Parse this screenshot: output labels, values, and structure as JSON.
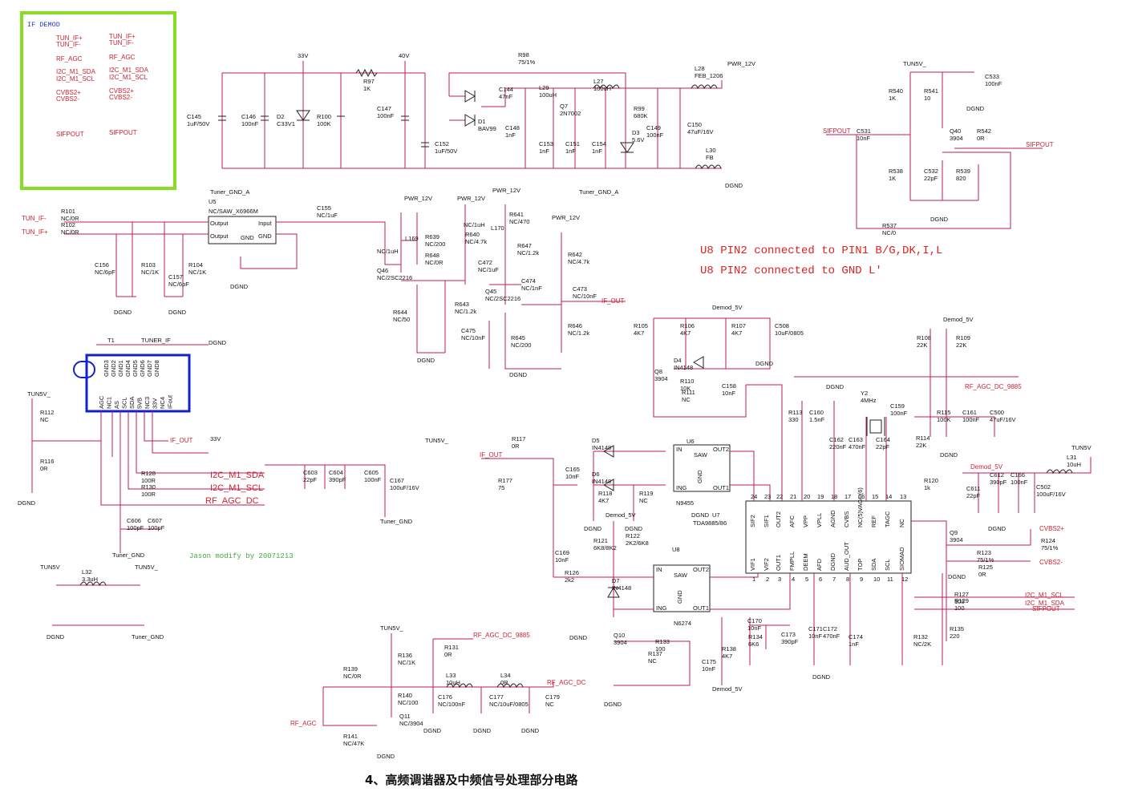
{
  "caption": "4、高频调谐器及中频信号处理部分电路",
  "notes": [
    "U8 PIN2 connected to PIN1 B/G,DK,I,L",
    "U8 PIN2 connected to GND L'"
  ],
  "modify_note": "Jason modify by 20071213",
  "if_demod_box": {
    "title": "IF DEMOD",
    "ports": [
      {
        "left": "TUN_IF+",
        "right": "TUN_IF+"
      },
      {
        "left": "TUN_IF-",
        "right": "TUN_IF-"
      },
      {
        "left": "RF_AGC",
        "right": "RF_AGC"
      },
      {
        "left": "I2C_M1_SDA",
        "right": "I2C_M1_SDA"
      },
      {
        "left": "I2C_M1_SCL",
        "right": "I2C_M1_SCL"
      },
      {
        "left": "CVBS2+",
        "right": "CVBS2+"
      },
      {
        "left": "CVBS2-",
        "right": "CVBS2-"
      },
      {
        "left": "SIFPOUT",
        "right": "SIFPOUT"
      }
    ]
  },
  "power": {
    "v33": "33V",
    "v40": "40V",
    "pwr12": "PWR_12V",
    "tuner_gnd_a": "Tuner_GND_A",
    "dgnd": "DGND",
    "tun5v": "TUN5V_",
    "tun5v2": "TUN5V",
    "demod5v": "Demod_5V",
    "tuner_gnd": "Tuner_GND"
  },
  "supply": {
    "c145": [
      "C145",
      "1uF/50V"
    ],
    "c146": [
      "C146",
      "100nF"
    ],
    "d2": [
      "D2",
      "C33V1"
    ],
    "r100": [
      "R100",
      "100K"
    ],
    "r97": [
      "R97",
      "1K"
    ],
    "c147": [
      "C147",
      "100nF"
    ],
    "c152": [
      "C152",
      "1uF/50V"
    ],
    "r98": [
      "R98",
      "75/1%"
    ],
    "d1": [
      "D1",
      "BAV99"
    ],
    "c144": [
      "C144",
      "47nF"
    ],
    "c148": [
      "C148",
      "1nF"
    ],
    "l29": [
      "L29",
      "100uH"
    ],
    "q7": [
      "Q7",
      "2N7002"
    ],
    "l27": [
      "L27",
      "100uH"
    ],
    "c153": [
      "C153",
      "1nF"
    ],
    "c151": [
      "C151",
      "1nF"
    ],
    "c154": [
      "C154",
      "1nF"
    ],
    "d3": [
      "D3",
      "5.6V"
    ],
    "r99": [
      "R99",
      "680K"
    ],
    "c149": [
      "C149",
      "100nF"
    ],
    "c150": [
      "C150",
      "47uF/16V"
    ],
    "l28": [
      "L28",
      "FEB_1206"
    ],
    "l30": [
      "L30",
      "FB"
    ]
  },
  "saw_u5": {
    "ref": "U5",
    "part": "NC/SAW_X6966M",
    "pins": [
      "Output",
      "Output",
      "GND",
      "Input",
      "GND"
    ],
    "r101": [
      "R101",
      "NC/0R"
    ],
    "r102": [
      "R102",
      "NC/0R"
    ],
    "c155": [
      "C155",
      "NC/1uF"
    ],
    "c156": [
      "C156",
      "NC/6pF"
    ],
    "r103": [
      "R103",
      "NC/1K"
    ],
    "c157": [
      "C157",
      "NC/6pF"
    ],
    "r104": [
      "R104",
      "NC/1K"
    ],
    "l169": "L169",
    "r639": [
      "R639",
      "NC/200"
    ],
    "r648": [
      "R648",
      "NC/0R"
    ],
    "q46": [
      "Q46",
      "NC/2SC2216"
    ],
    "r644": [
      "R644",
      "NC/50"
    ],
    "r643": [
      "R643",
      "NC/1.2k"
    ],
    "l170": "L170",
    "r640": [
      "R640",
      "NC/4.7k"
    ],
    "r641": [
      "R641",
      "NC/470"
    ],
    "r647": [
      "R647",
      "NC/1.2k"
    ],
    "c472": [
      "C472",
      "NC/1uF"
    ],
    "c474": [
      "C474",
      "NC/1nF"
    ],
    "q45": [
      "Q45",
      "NC/2SC2216"
    ],
    "c473": [
      "C473",
      "NC/10nF"
    ],
    "r642": [
      "R642",
      "NC/4.7k"
    ],
    "c475": [
      "C475",
      "NC/10nF"
    ],
    "r645": [
      "R645",
      "NC/200"
    ],
    "r646": [
      "R646",
      "NC/1.2k"
    ],
    "nc1uh": "NC/1uH",
    "nc1uh2": "NC/1uH",
    "if_out": "IF_OUT"
  },
  "tuner_t1": {
    "ref": "T1",
    "name": "TUNER_IF",
    "top_pins": [
      "GND3",
      "GND2",
      "GND1",
      "GND4",
      "GND5",
      "GND6",
      "GND7",
      "GND8"
    ],
    "bottom_pins": [
      "AGC",
      "NC1",
      "AS",
      "SCL",
      "SDA",
      "5VB",
      "NC3",
      "33V",
      "NC4",
      "IFout"
    ],
    "r112": [
      "R112",
      "NC"
    ],
    "r116": [
      "R116",
      "0R"
    ],
    "r128": [
      "R128",
      "100R"
    ],
    "r130": [
      "R130",
      "100R"
    ],
    "c603": [
      "C603",
      "22pF"
    ],
    "c604": [
      "C604",
      "390pF"
    ],
    "c605": [
      "C605",
      "100nF"
    ],
    "c167": [
      "C167",
      "100uF/16V"
    ],
    "c606": [
      "C606",
      "100pF"
    ],
    "c607": [
      "C607",
      "100pF"
    ],
    "l32": [
      "L32",
      "3.3uH"
    ]
  },
  "agc": {
    "r139": [
      "R139",
      "NC/0R"
    ],
    "r136": [
      "R136",
      "NC/1K"
    ],
    "r131": [
      "R131",
      "0R"
    ],
    "r140": [
      "R140",
      "NC/100"
    ],
    "q11": [
      "Q11",
      "NC/3904"
    ],
    "r141": [
      "R141",
      "NC/47K"
    ],
    "l33": [
      "L33",
      "10uH"
    ],
    "l34": [
      "L34",
      "0R"
    ],
    "c176": [
      "C176",
      "NC/100nF"
    ],
    "c177": [
      "C177",
      "NC/10uF/0805"
    ],
    "c179": [
      "C179",
      "NC"
    ]
  },
  "demod": {
    "u7": [
      "U7",
      "TDA9885/86"
    ],
    "u7_top_pins": [
      "SIF2",
      "SIF1",
      "OUT2",
      "AFC",
      "VPP",
      "VPLL",
      "AGND",
      "CVBS",
      "NC(5)VAGC(6)",
      "REF",
      "TAGC",
      "NC"
    ],
    "u7_top_nums": [
      "24",
      "23",
      "22",
      "21",
      "20",
      "19",
      "18",
      "17",
      "16",
      "15",
      "14",
      "13"
    ],
    "u7_bot_pins": [
      "VIF1",
      "VIF2",
      "OUT1",
      "FMPLL",
      "DEEM",
      "AFD",
      "DGND",
      "AUD_OUT",
      "TOP",
      "SDA",
      "SCL",
      "SIOMAD"
    ],
    "u7_bot_nums": [
      "1",
      "2",
      "3",
      "4",
      "5",
      "6",
      "7",
      "8",
      "9",
      "10",
      "11",
      "12"
    ],
    "u6": [
      "U6",
      "N9455"
    ],
    "u8": [
      "U8",
      "N6274"
    ],
    "saw": "SAW",
    "saw_pins": [
      "IN",
      "ING",
      "GND",
      "OUT2",
      "OUT1"
    ],
    "r105": [
      "R105",
      "4K7"
    ],
    "r106": [
      "R106",
      "4K7"
    ],
    "r107": [
      "R107",
      "4K7"
    ],
    "c508": [
      "C508",
      "10uF/0805"
    ],
    "d4": [
      "D4",
      "IN4148"
    ],
    "q8": [
      "Q8",
      "3904"
    ],
    "r110": [
      "R110",
      "10K"
    ],
    "r111": [
      "R111",
      "NC"
    ],
    "c158": [
      "C158",
      "10nF"
    ],
    "d5": [
      "D5",
      "IN4148"
    ],
    "d6": [
      "D6",
      "IN4148"
    ],
    "r118": [
      "R118",
      "4K7"
    ],
    "r119": [
      "R119",
      "NC"
    ],
    "r117": [
      "R117",
      "0R"
    ],
    "r177": [
      "R177",
      "75"
    ],
    "c165": [
      "C165",
      "10nF"
    ],
    "r121": [
      "R121",
      "6K8/8K2"
    ],
    "r122": [
      "R122",
      "2K2/6K8"
    ],
    "d7": [
      "D7",
      "IN4148"
    ],
    "c169": [
      "C169",
      "10nF"
    ],
    "r126": [
      "R126",
      "2k2"
    ],
    "q10": [
      "Q10",
      "3904"
    ],
    "r133": [
      "R133",
      "100"
    ],
    "r137": [
      "R137",
      "NC"
    ],
    "c175": [
      "C175",
      "10nF"
    ],
    "r138": [
      "R138",
      "4K7"
    ],
    "r134": [
      "R134",
      "6K6"
    ],
    "c170": [
      "C170",
      "10nF"
    ],
    "c173": [
      "C173",
      "390pF"
    ],
    "c171": [
      "C171",
      "10nF"
    ],
    "c172": [
      "C172",
      "470nF"
    ],
    "c174": [
      "C174",
      "1nF"
    ],
    "r132": [
      "R132",
      "NC/2K"
    ],
    "r135": [
      "R135",
      "220"
    ],
    "r113": [
      "R113",
      "330"
    ],
    "c160": [
      "C160",
      "1.5nF"
    ],
    "c162": [
      "C162",
      "220nF"
    ],
    "y2": [
      "Y2",
      "4MHz"
    ],
    "c163": [
      "C163",
      "470nF"
    ],
    "c164": [
      "C164",
      "22pF"
    ],
    "c159": [
      "C159",
      "100nF"
    ],
    "r108": [
      "R108",
      "22K"
    ],
    "r109": [
      "R109",
      "22K"
    ],
    "r114": [
      "R114",
      "22K"
    ],
    "r115": [
      "R115",
      "100K"
    ],
    "c161": [
      "C161",
      "100nF"
    ],
    "c500": [
      "C500",
      "47uF/16V"
    ],
    "r120": [
      "R120",
      "1k"
    ],
    "q9": [
      "Q9",
      "3904"
    ],
    "r123": [
      "R123",
      "75/1%"
    ],
    "r124": [
      "R124",
      "75/1%"
    ],
    "r125": [
      "R125",
      "0R"
    ],
    "r127": [
      "R127",
      "100"
    ],
    "r129": [
      "R129",
      "100"
    ],
    "c611": [
      "C611",
      "22pF"
    ],
    "c612": [
      "C612",
      "390pF"
    ],
    "c166": [
      "C166",
      "100nF"
    ],
    "c502": [
      "C502",
      "100uF/16V"
    ],
    "l31": [
      "L31",
      "10uH"
    ],
    "rf_agc_dc_9885": "RF_AGC_DC_9885",
    "rf_agc_dc": "RF_AGC_DC",
    "cvbs2p": "CVBS2+",
    "cvbs2m": "CVBS2-",
    "i2c_scl": "I2C_M1_SCL",
    "i2c_sda": "I2C_M1_SDA",
    "sifpout": "SIFPOUT",
    "if_out": "IF_OUT"
  },
  "sif": {
    "c531": [
      "C531",
      "10nF"
    ],
    "r540": [
      "R540",
      "1K"
    ],
    "r541": [
      "R541",
      "10"
    ],
    "c533": [
      "C533",
      "100nF"
    ],
    "q40": [
      "Q40",
      "3904"
    ],
    "r542": [
      "R542",
      "0R"
    ],
    "r538": [
      "R538",
      "1K"
    ],
    "c532": [
      "C532",
      "22pF"
    ],
    "r539": [
      "R539",
      "820"
    ],
    "r537": [
      "R537",
      "NC/0"
    ],
    "sifpout": "SIFPOUT"
  },
  "main_nets": {
    "tun_if_m": "TUN_IF-",
    "tun_if_p": "TUN_IF+",
    "i2c_sda": "I2C_M1_SDA",
    "i2c_scl": "I2C_M1_SCL",
    "rf_agc_dc": "RF_AGC_DC",
    "if_out": "IF_OUT",
    "rf_agc": "RF_AGC",
    "rf_agc_dc_9885": "RF_AGC_DC_9885",
    "rf_agc_dc2": "RF_AGC_DC"
  }
}
